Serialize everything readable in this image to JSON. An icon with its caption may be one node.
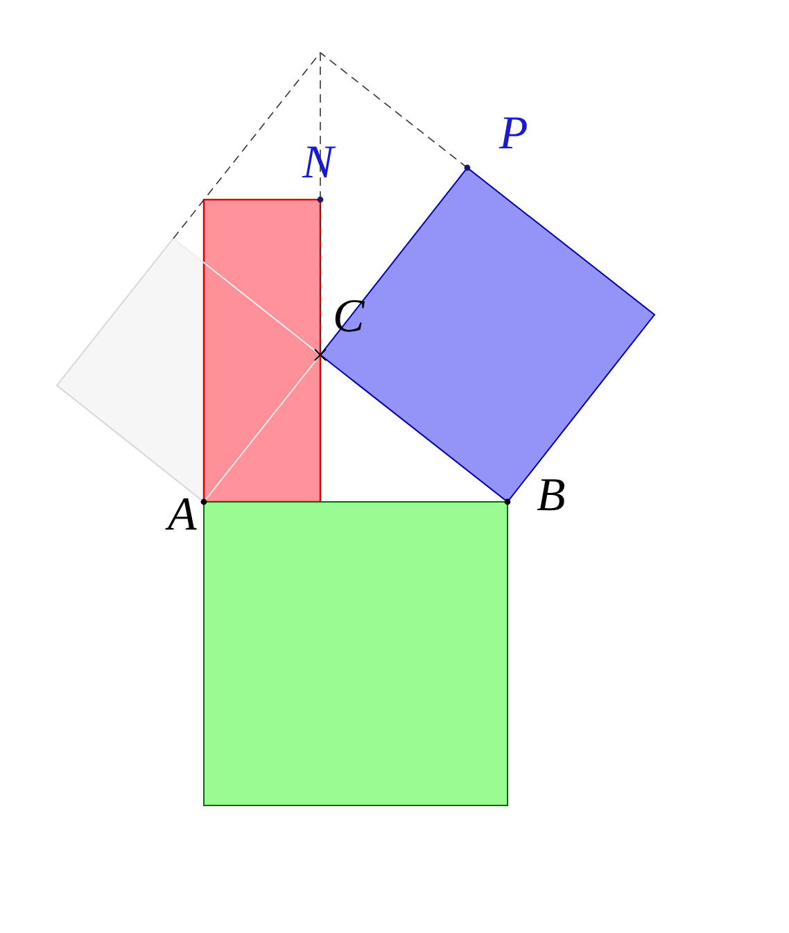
{
  "diagram": {
    "labels": [
      "P",
      "N",
      "C",
      "A",
      "B"
    ]
  }
}
